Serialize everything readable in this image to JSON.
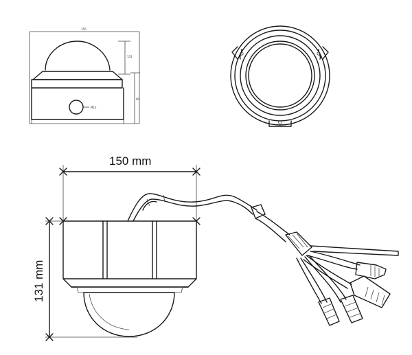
{
  "figure": {
    "dimensions": {
      "width_label": "150 mm",
      "height_label": "131 mm"
    },
    "tiny_labels": {
      "top_width": "150",
      "top_height": "131",
      "top_depth": "90",
      "lens_callout": "M12"
    }
  }
}
